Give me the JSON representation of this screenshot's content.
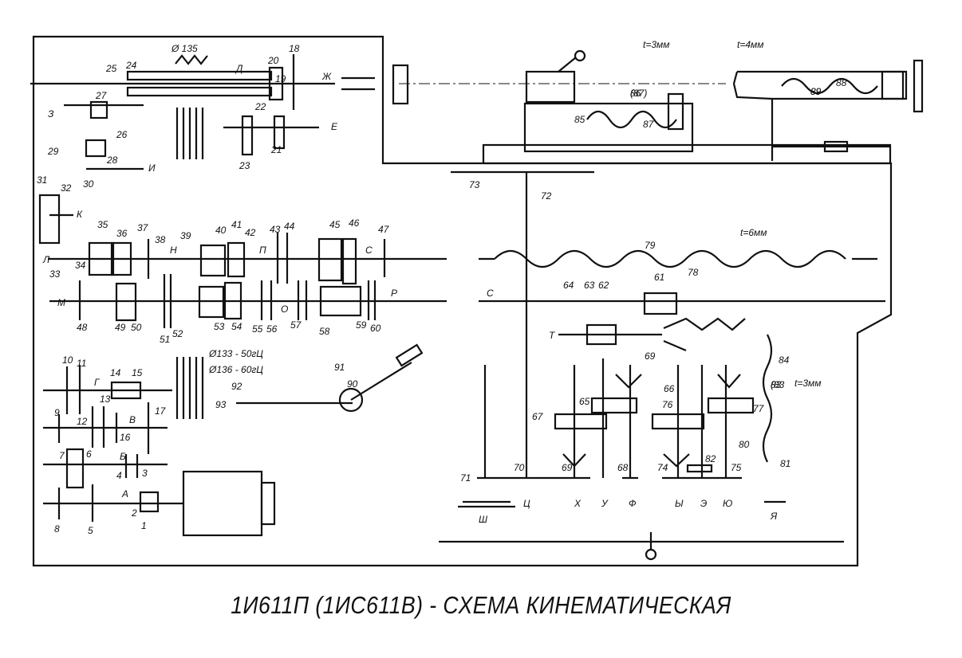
{
  "title": "1И611П (1ИС611В) - СХЕМА КИНЕМАТИЧЕСКАЯ",
  "shaft_letters": [
    "А",
    "Б",
    "В",
    "Г",
    "Д",
    "Е",
    "Ж",
    "З",
    "И",
    "К",
    "Л",
    "М",
    "Н",
    "О",
    "П",
    "Р",
    "С",
    "С",
    "Т",
    "У",
    "Ф",
    "Х",
    "Ц",
    "Ш",
    "Ы",
    "Э",
    "Ю",
    "Я"
  ],
  "gear_numbers": [
    "1",
    "2",
    "3",
    "4",
    "5",
    "6",
    "7",
    "8",
    "9",
    "10",
    "11",
    "12",
    "13",
    "14",
    "15",
    "16",
    "17",
    "18",
    "19",
    "20",
    "21",
    "22",
    "23",
    "24",
    "25",
    "26",
    "27",
    "28",
    "29",
    "30",
    "31",
    "32",
    "33",
    "34",
    "35",
    "36",
    "37",
    "38",
    "39",
    "40",
    "41",
    "42",
    "43",
    "44",
    "45",
    "46",
    "47",
    "48",
    "49",
    "50",
    "51",
    "52",
    "53",
    "54",
    "55",
    "56",
    "57",
    "58",
    "59",
    "60",
    "61",
    "62",
    "63",
    "64",
    "65",
    "66",
    "67",
    "68",
    "69",
    "69",
    "70",
    "71",
    "72",
    "73",
    "74",
    "75",
    "76",
    "77",
    "78",
    "79",
    "80",
    "81",
    "82",
    "83",
    "84",
    "85",
    "86",
    "87",
    "88",
    "89",
    "90",
    "91",
    "92",
    "93"
  ],
  "annotations": {
    "pulley_dia": "Ø 135",
    "motor_pulley_50": "Ø133 - 50гЦ",
    "motor_pulley_60": "Ø136 - 60гЦ",
    "pitch_leadscrew": "t=6мм",
    "pitch_cross": "t=3мм",
    "pitch_tail": "t=4мм",
    "pitch_apron": "t=3мм",
    "label_87": "(87)",
    "label_89": "89",
    "label_83": "(83"
  },
  "colors": {
    "line": "#111111",
    "background": "#ffffff"
  }
}
